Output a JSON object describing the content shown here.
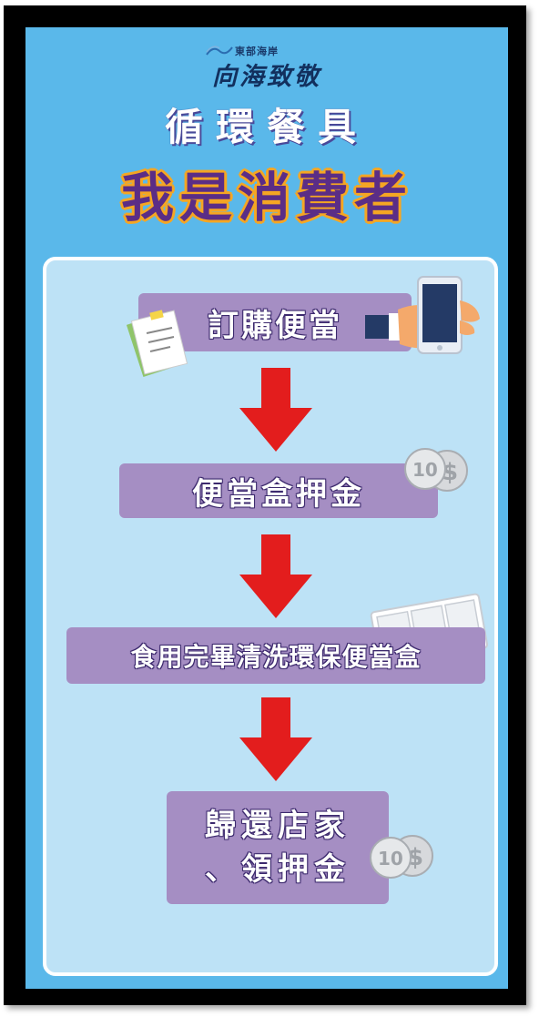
{
  "logo": {
    "small_text": "東部海岸",
    "big_text": "向海致敬"
  },
  "header": {
    "subtitle": "循環餐具",
    "title": "我是消費者"
  },
  "steps": [
    {
      "label": "訂購便當",
      "icon": "phone-hand-icon"
    },
    {
      "label": "便當盒押金",
      "icon": "coin-icon"
    },
    {
      "label": "食用完畢清洗環保便當盒",
      "icon": "lunchbox-icon"
    },
    {
      "label_line1": "歸還店家",
      "label_line2": "、領押金",
      "icon": "coin-icon"
    }
  ],
  "coin_text": "10",
  "colors": {
    "background": "#5ab8ea",
    "panel": "#bde2f6",
    "step_box": "#a58ec3",
    "arrow": "#e31d1d",
    "title_text": "#5b2d86",
    "title_outline": "#f5a623"
  }
}
